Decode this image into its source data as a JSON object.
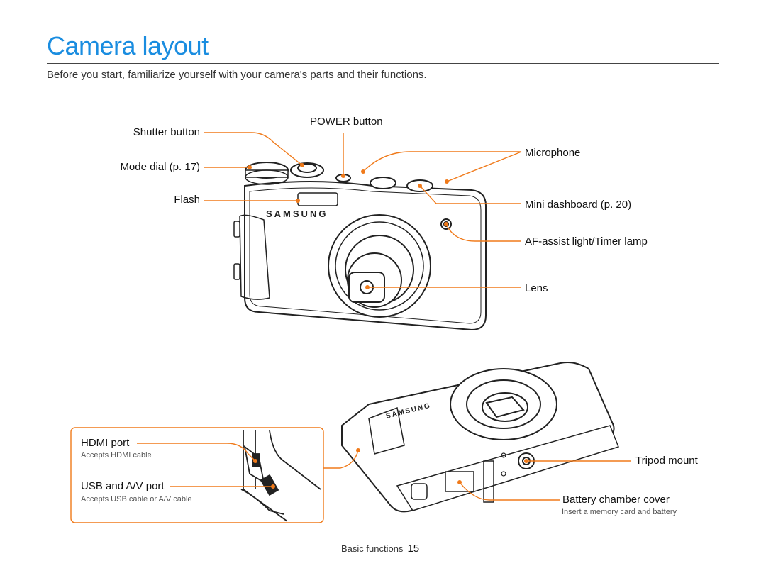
{
  "page": {
    "title": "Camera layout",
    "intro": "Before you start, familiarize yourself with your camera's parts and their functions."
  },
  "labels": {
    "shutter_button": "Shutter button",
    "mode_dial": "Mode dial (p. 17)",
    "flash": "Flash",
    "power_button": "POWER button",
    "microphone": "Microphone",
    "mini_dashboard": "Mini dashboard (p. 20)",
    "af_assist": "AF-assist light/Timer lamp",
    "lens": "Lens",
    "hdmi_port": "HDMI port",
    "hdmi_desc": "Accepts HDMI cable",
    "usb_av_port": "USB and A/V port",
    "usb_av_desc": "Accepts USB cable or A/V cable",
    "tripod_mount": "Tripod mount",
    "battery_cover": "Battery chamber cover",
    "battery_desc": "Insert a memory card and battery"
  },
  "brand": "SAMSUNG",
  "footer": {
    "section": "Basic functions",
    "page_number": "15"
  },
  "colors": {
    "title": "#1a8de0",
    "callout": "#f07a1a",
    "line": "#222222"
  }
}
